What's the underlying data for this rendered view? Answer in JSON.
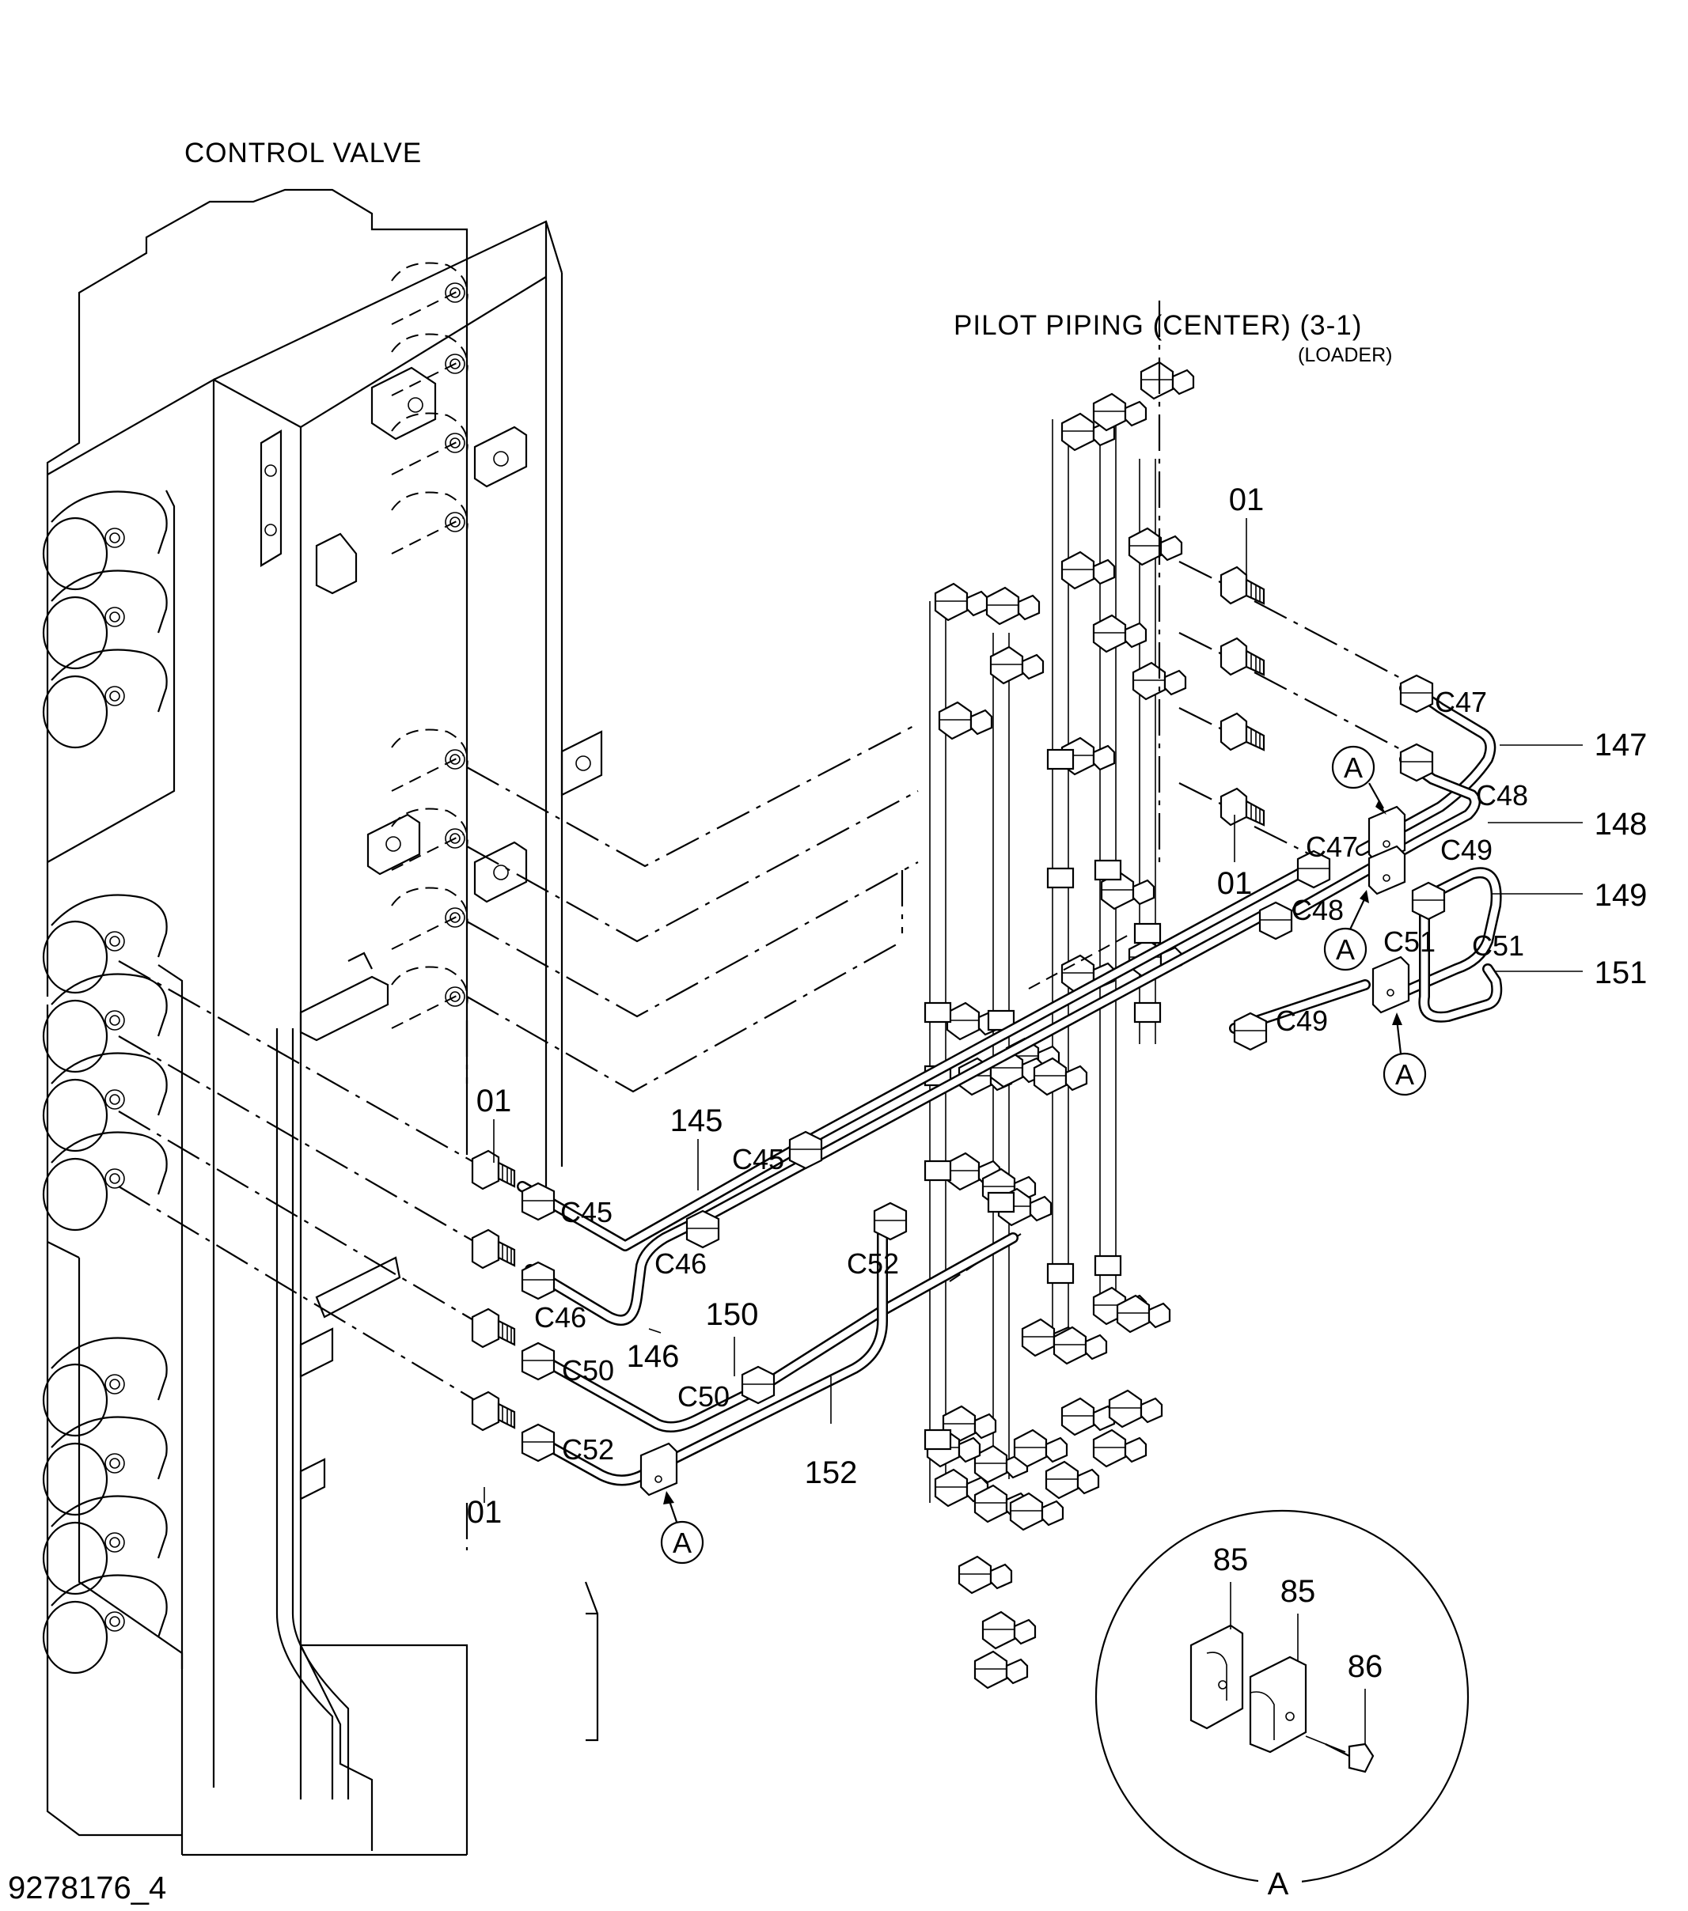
{
  "titles": {
    "control_valve": "CONTROL  VALVE",
    "pilot_piping": "PILOT  PIPING (CENTER)  (3-1)",
    "loader": "(LOADER)",
    "figure_id": "9278176_4",
    "detail_label": "A"
  },
  "parts": {
    "p01_top": "01",
    "p01_mid": "01",
    "p01_left": "01",
    "p01_bottom": "01",
    "p145": "145",
    "p146": "146",
    "p147": "147",
    "p148": "148",
    "p149": "149",
    "p150": "150",
    "p151": "151",
    "p152": "152",
    "p85_a": "85",
    "p85_b": "85",
    "p86": "86"
  },
  "connectors": {
    "c45_a": "C45",
    "c45_b": "C45",
    "c46_a": "C46",
    "c46_b": "C46",
    "c47_a": "C47",
    "c47_b": "C47",
    "c48_a": "C48",
    "c48_b": "C48",
    "c49_a": "C49",
    "c49_b": "C49",
    "c50_a": "C50",
    "c50_b": "C50",
    "c51_a": "C51",
    "c51_b": "C51",
    "c52_a": "C52",
    "c52_b": "C52"
  },
  "callouts": [
    "A",
    "A",
    "A",
    "A"
  ]
}
